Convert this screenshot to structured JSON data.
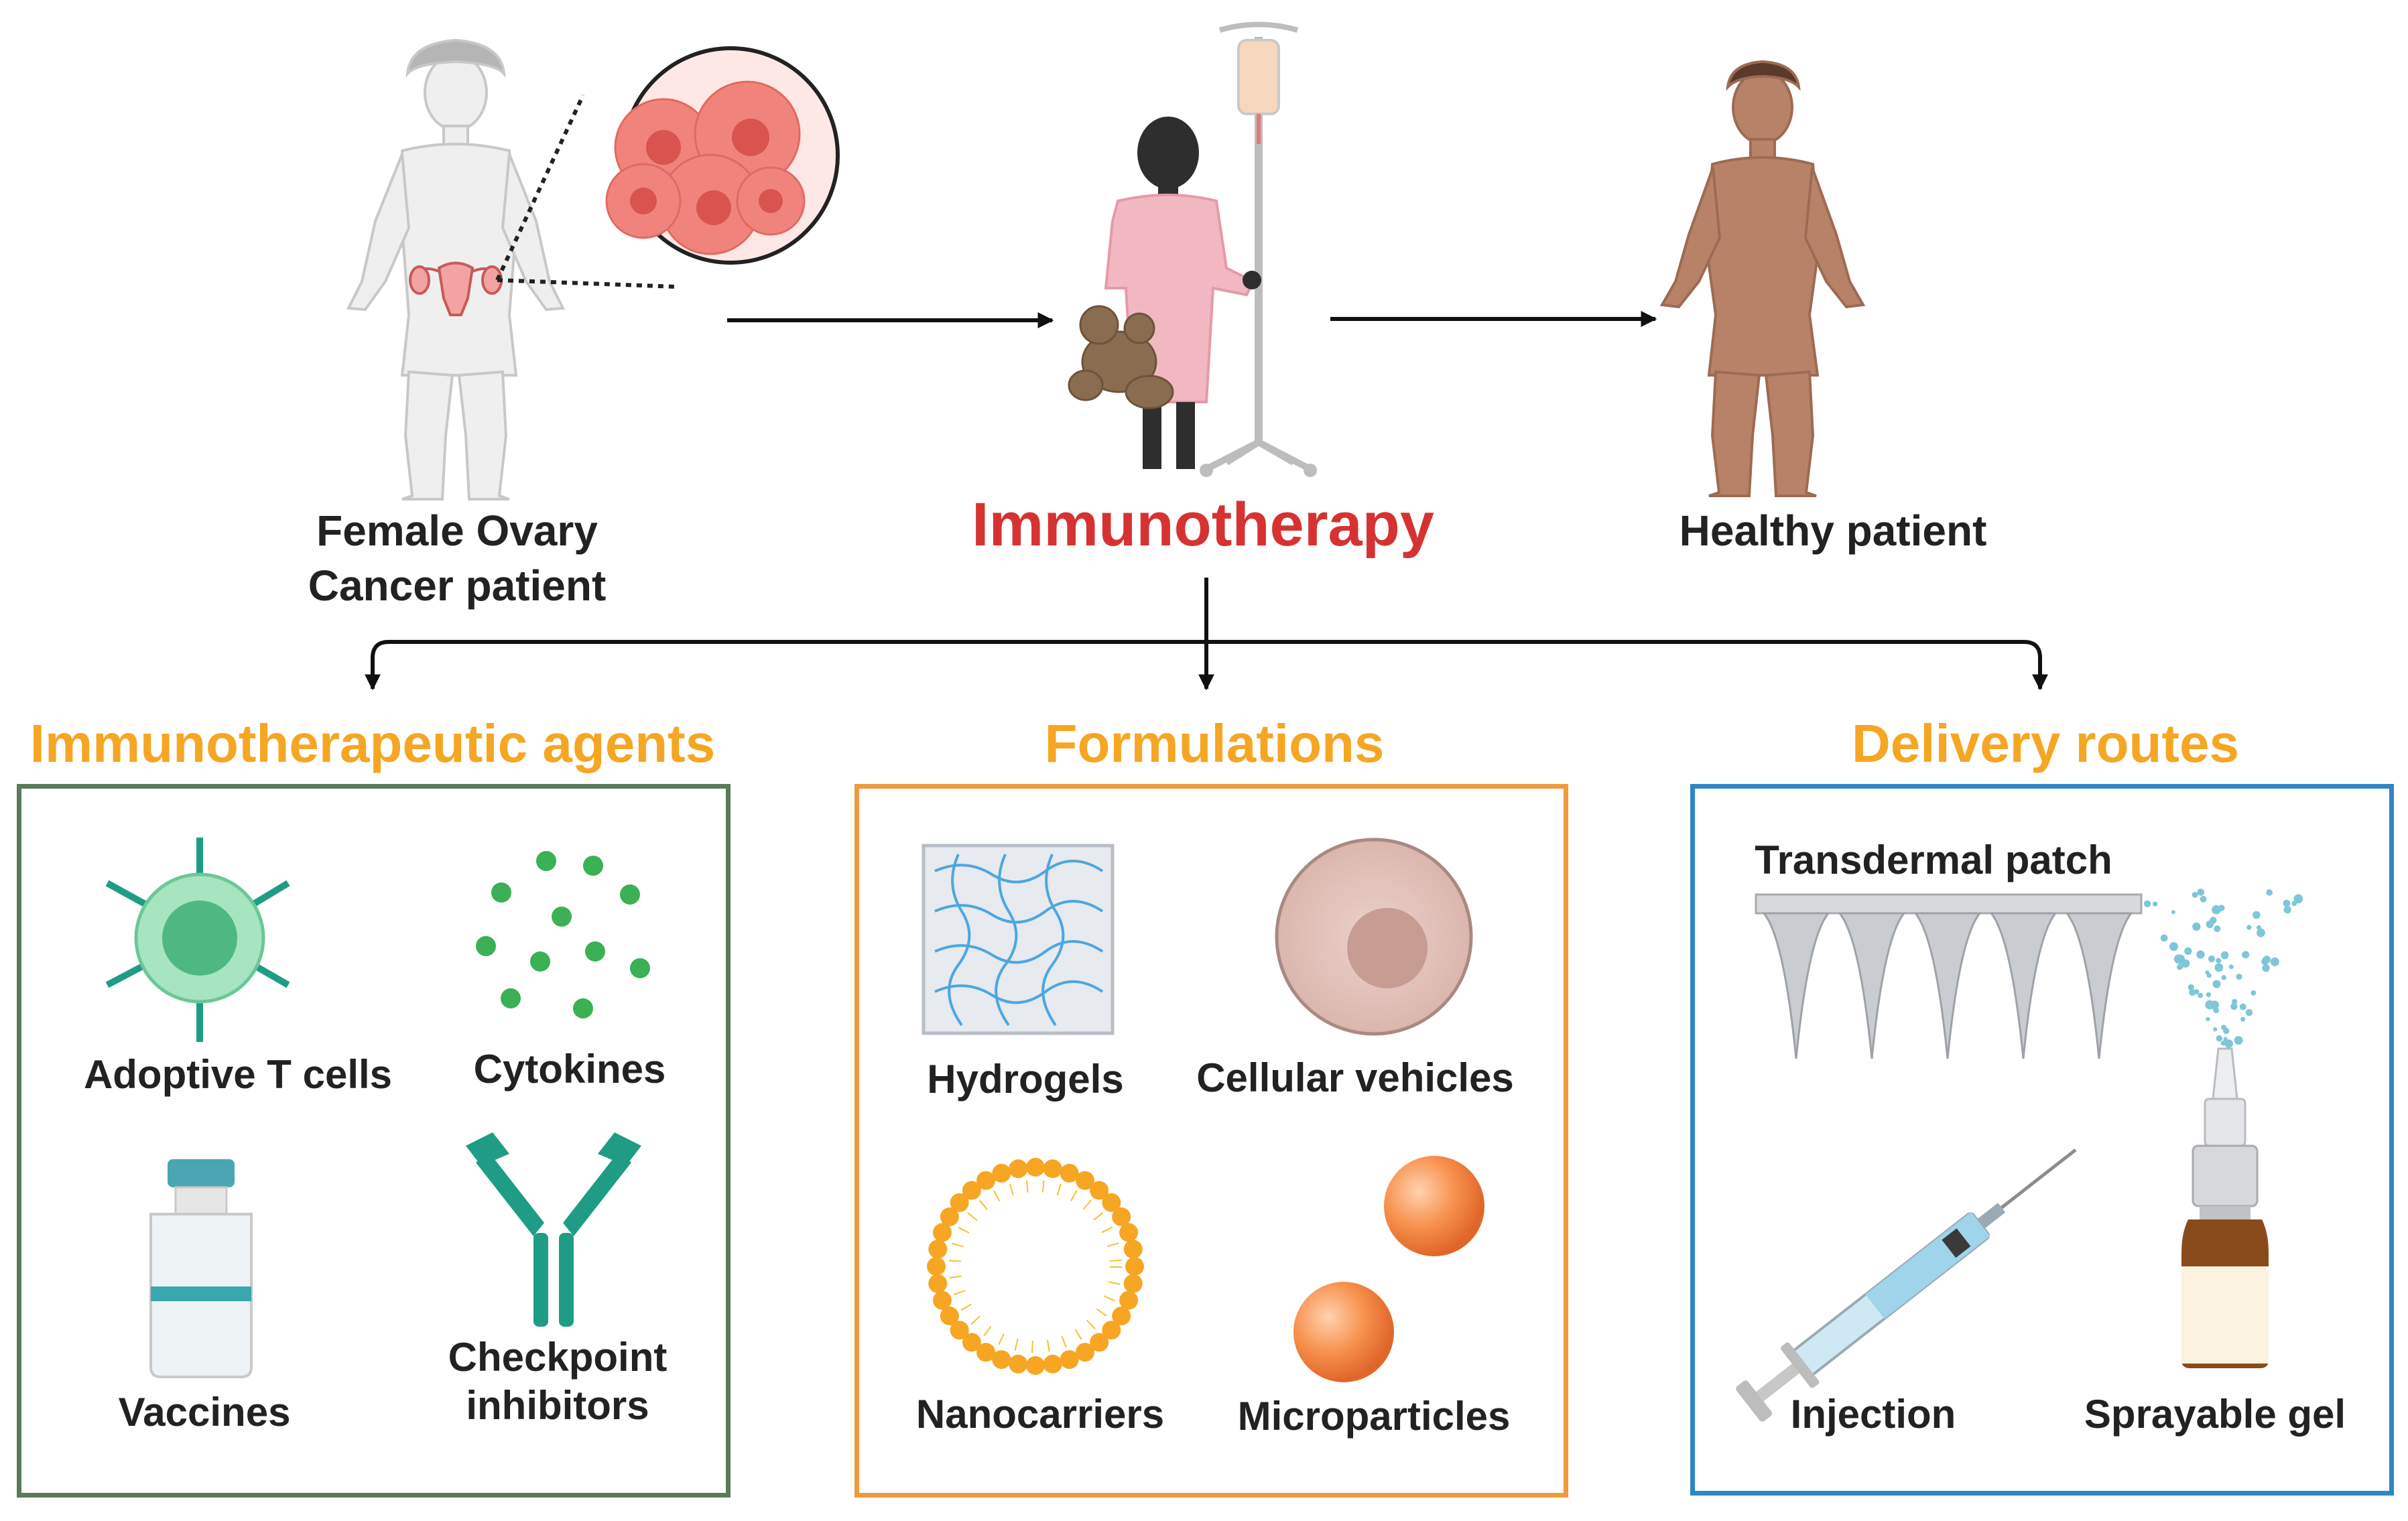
{
  "top": {
    "patient_before": [
      "Female Ovary",
      "Cancer patient"
    ],
    "treatment": "Immunotherapy",
    "patient_after": "Healthy patient"
  },
  "categories": [
    {
      "title": "Immunotherapeutic agents",
      "items": [
        "Adoptive T cells",
        "Cytokines",
        "Vaccines",
        "Checkpoint inhibitors"
      ]
    },
    {
      "title": "Formulations",
      "items": [
        "Hydrogels",
        "Cellular vehicles",
        "Nanocarriers",
        "Microparticles"
      ]
    },
    {
      "title": "Delivery routes",
      "items": [
        "Transdermal patch",
        "Injection",
        "Sprayable gel"
      ]
    }
  ],
  "colors": {
    "treatment": "#d63232",
    "heading": "#f5a623",
    "box_agents": "#5a7a5a",
    "box_formulations": "#ef9a3c",
    "box_delivery": "#2f86c4",
    "tumor": "#f0847c",
    "tcell": "#7dd4a0",
    "antibody": "#1f9c86",
    "skin": "#b88268",
    "gown": "#f2b8c2"
  }
}
